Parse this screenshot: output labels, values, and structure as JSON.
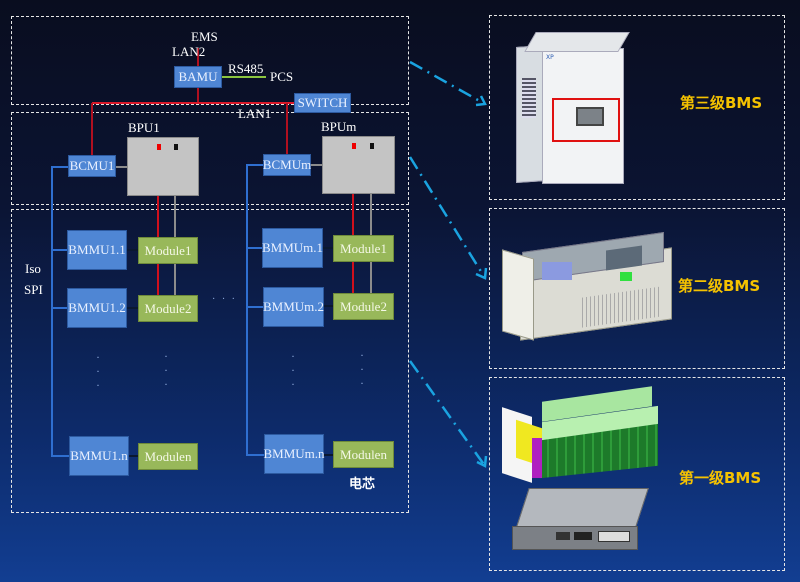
{
  "top": {
    "ems": "EMS",
    "lan2": "LAN2",
    "bamu": "BAMU",
    "rs485": "RS485",
    "pcs": "PCS",
    "switch": "SWITCH",
    "lan1": "LAN1"
  },
  "bpu": [
    {
      "title": "BPU1",
      "bcmu": "BCMU1"
    },
    {
      "title": "BPUm",
      "bcmu": "BCMUm"
    }
  ],
  "iso_spi": [
    "Iso",
    "SPI"
  ],
  "columns": [
    {
      "bmmu": [
        "BMMU1.1",
        "BMMU1.2",
        "BMMU1.n"
      ],
      "modules": [
        "Module1",
        "Module2",
        "Modulen"
      ]
    },
    {
      "bmmu": [
        "BMMUm.1",
        "BMMUm.2",
        "BMMUm.n"
      ],
      "modules": [
        "Module1",
        "Module2",
        "Modulen"
      ]
    }
  ],
  "ellipsis": "· · ·",
  "cell_label": "电芯",
  "tiers": [
    {
      "label": "第三级BMS",
      "device": "cabinet"
    },
    {
      "label": "第二级BMS",
      "device": "bcmu-enclosure"
    },
    {
      "label": "第一级BMS",
      "device": "battery-module-and-bmmu"
    }
  ],
  "colors": {
    "accent_arrow": "#1aa3e0",
    "tier_label": "#f5c200",
    "power_line": "#c8102e",
    "comm_line": "#2f6fd0",
    "bus_line": "#8c8c8c"
  }
}
